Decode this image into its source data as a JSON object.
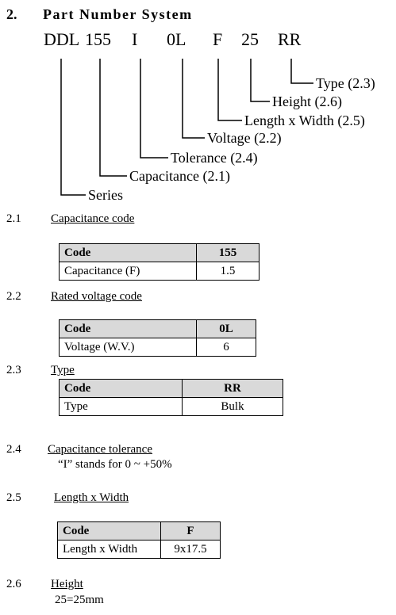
{
  "heading": {
    "number": "2.",
    "title": "Part Number System"
  },
  "part_number": {
    "segments": [
      {
        "code": "DDL",
        "label": "Series"
      },
      {
        "code": "155",
        "label": "Capacitance (2.1)"
      },
      {
        "code": "I",
        "label": "Tolerance (2.4)"
      },
      {
        "code": "0L",
        "label": "Voltage (2.2)"
      },
      {
        "code": "F",
        "label": "Length x Width (2.5)"
      },
      {
        "code": "25",
        "label": "Height (2.6)"
      },
      {
        "code": "RR",
        "label": "Type (2.3)"
      }
    ]
  },
  "sections": {
    "capacitance": {
      "number": "2.1",
      "title": "Capacitance code",
      "table": {
        "header": [
          "Code",
          "155"
        ],
        "row": [
          "Capacitance  (F)",
          "1.5"
        ]
      }
    },
    "voltage": {
      "number": "2.2",
      "title": "Rated voltage code",
      "table": {
        "header": [
          "Code",
          "0L"
        ],
        "row": [
          "Voltage (W.V.)",
          "6"
        ]
      }
    },
    "type": {
      "number": "2.3",
      "title": "Type",
      "table": {
        "header": [
          "Code",
          "RR"
        ],
        "row": [
          "Type",
          "Bulk"
        ]
      }
    },
    "tolerance": {
      "number": "2.4",
      "title": "Capacitance tolerance",
      "text": "“I” stands for  0 ~ +50%"
    },
    "size": {
      "number": "2.5",
      "title": "Length x Width",
      "table": {
        "header": [
          "Code",
          "F"
        ],
        "row": [
          "Length x Width",
          "9x17.5"
        ]
      }
    },
    "height": {
      "number": "2.6",
      "title": "Height",
      "text": "25=25mm"
    }
  }
}
